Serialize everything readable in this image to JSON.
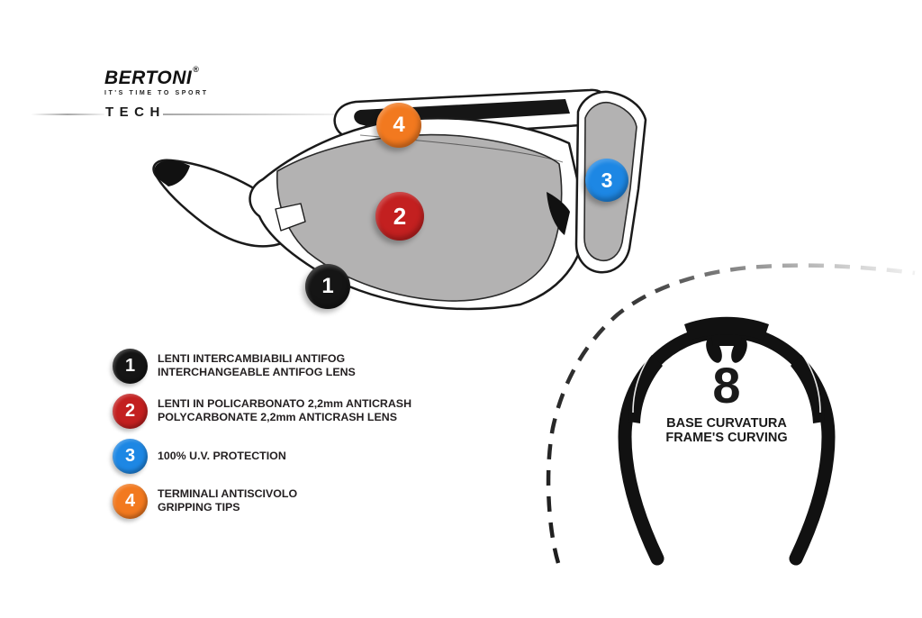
{
  "brand": {
    "name": "BERTONI",
    "registered": "®",
    "tagline": "IT'S TIME TO SPORT",
    "series": "TECH"
  },
  "diagram": {
    "lens_color": "#b3b2b2",
    "frame_outline_color": "#1a1a1a",
    "badges": [
      {
        "number": "1",
        "color": "#151515"
      },
      {
        "number": "2",
        "color": "#c32020"
      },
      {
        "number": "3",
        "color": "#1d87e4"
      },
      {
        "number": "4",
        "color": "#f2791f"
      }
    ]
  },
  "legend": {
    "items": [
      {
        "number": "1",
        "color": "#151515",
        "line1": "LENTI INTERCAMBIABILI ANTIFOG",
        "line2": "INTERCHANGEABLE ANTIFOG LENS"
      },
      {
        "number": "2",
        "color": "#c32020",
        "line1": "LENTI IN POLICARBONATO 2,2mm ANTICRASH",
        "line2": "POLYCARBONATE 2,2mm ANTICRASH LENS"
      },
      {
        "number": "3",
        "color": "#1d87e4",
        "line1": "100% U.V. PROTECTION",
        "line2": ""
      },
      {
        "number": "4",
        "color": "#f2791f",
        "line1": "TERMINALI ANTISCIVOLO",
        "line2": "GRIPPING TIPS"
      }
    ]
  },
  "curvature": {
    "value": "8",
    "label_italian": "BASE CURVATURA",
    "label_english": "FRAME'S CURVING"
  }
}
